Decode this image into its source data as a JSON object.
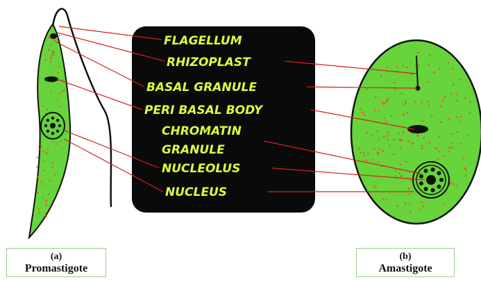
{
  "colors": {
    "cell_fill": "#66d43a",
    "cell_outline": "#111111",
    "granules": "#ff3b2f",
    "leader_lines": "#d62020",
    "label_panel": "#0a0a0a",
    "label_text": "#d9ff3c",
    "caption_border": "#9ccc8a"
  },
  "labels": [
    "FLAGELLUM",
    "RHIZOPLAST",
    "BASAL GRANULE",
    "PERI BASAL BODY",
    "CHROMATIN",
    "GRANULE",
    "NUCLEOLUS",
    "NUCLEUS"
  ],
  "captions": {
    "left": {
      "letter": "(a)",
      "name": "Promastigote"
    },
    "right": {
      "letter": "(b)",
      "name": "Amastigote"
    }
  }
}
